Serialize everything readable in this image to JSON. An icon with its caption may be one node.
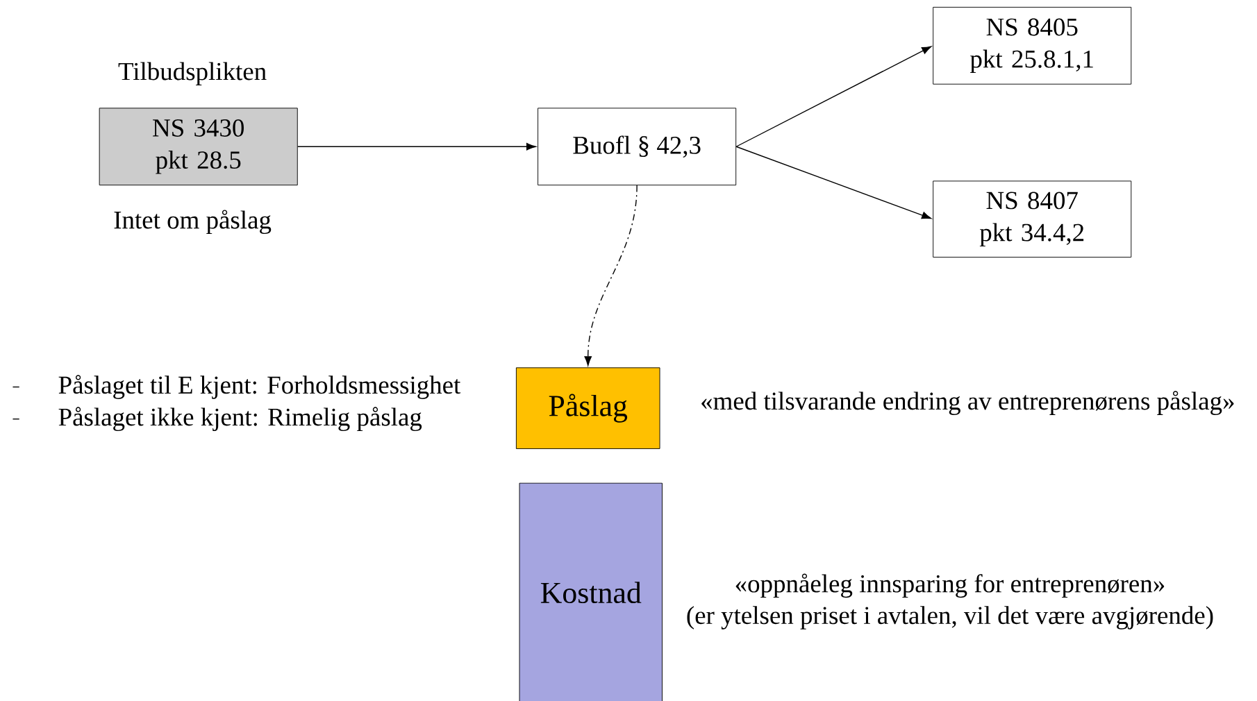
{
  "diagram": {
    "nodes": [
      {
        "text": [
          "NS 3430 pkt 28.5"
        ],
        "beside": [
          "Tilbudsplikten",
          "Intet om påslag"
        ]
      },
      {
        "text": [
          "Buofl § 42,3"
        ]
      },
      {
        "text": [
          "NS 8405 pkt 25.8.1,1"
        ]
      },
      {
        "text": [
          "NS 8407 pkt 34.4,2"
        ]
      },
      {
        "text": [
          "Påslag"
        ],
        "beside": [
          "«med tilsvarande endring av entreprenørens påslag»"
        ]
      },
      {
        "text": [
          "Kostnad"
        ],
        "beside": [
          "«oppnåeleg innsparing for entreprenøren»",
          "(er ytelsen priset i avtalen, vil det være avgjørende)"
        ]
      }
    ],
    "edges": [
      {
        "from": 0,
        "to": 1,
        "arrow": "to"
      },
      {
        "from": 1,
        "to": 2,
        "arrow": "to"
      },
      {
        "from": 1,
        "to": 3,
        "arrow": "to"
      },
      {
        "from": 1,
        "to": 4,
        "arrow": "to",
        "style": "dashed"
      }
    ],
    "labels": [
      "Påslaget til E kjent: Forholdsmessighet",
      "Påslaget ikke kjent: Rimelig påslag"
    ]
  }
}
